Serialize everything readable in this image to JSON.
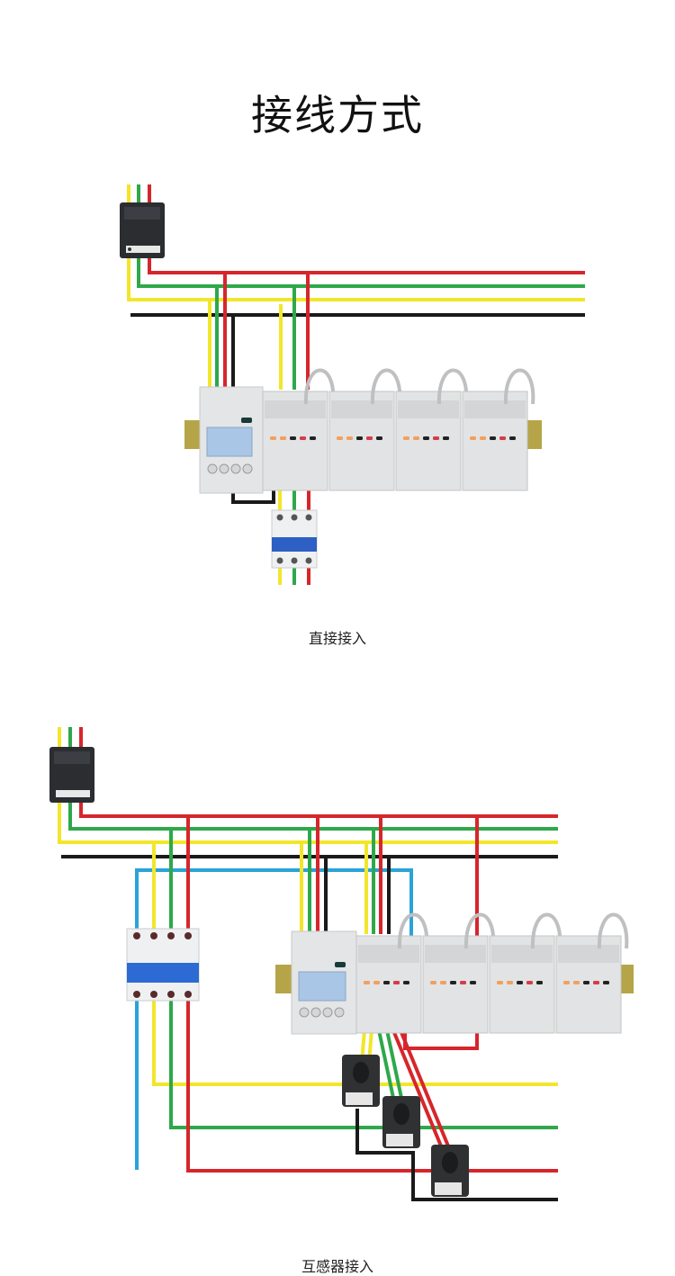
{
  "page": {
    "title": "接线方式"
  },
  "colors": {
    "phase_a": "#f2e62b",
    "phase_b": "#2ea84a",
    "phase_c": "#d6262b",
    "neutral": "#1a1a1a",
    "ct_neutral": "#2aa3d8",
    "background": "#ffffff"
  },
  "diagrams": [
    {
      "id": "direct",
      "caption": "直接接入",
      "components": [
        "main-breaker",
        "multi-circuit-meter",
        "three-pole-mcb"
      ],
      "meter_modules": 5
    },
    {
      "id": "ct",
      "caption": "互感器接入",
      "components": [
        "main-breaker",
        "four-pole-mcb",
        "multi-circuit-meter",
        "current-transformer-a",
        "current-transformer-b",
        "current-transformer-c"
      ],
      "meter_modules": 5
    }
  ]
}
